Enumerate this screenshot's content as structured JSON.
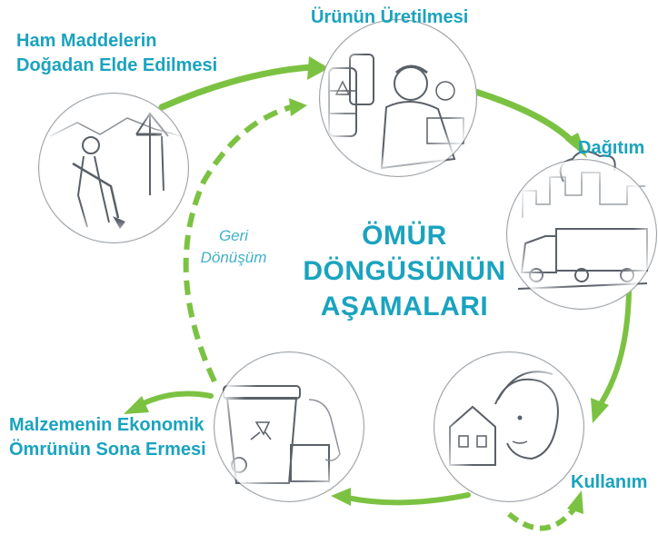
{
  "center_title": {
    "line1": "ÖMÜR",
    "line2": "DÖNGÜSÜNÜN",
    "line3": "AŞAMALARI"
  },
  "stages": {
    "raw_materials": {
      "line1": "Ham Maddelerin",
      "line2": "Doğadan Elde Edilmesi"
    },
    "production": {
      "label": "Ürünün Üretilmesi"
    },
    "distribution": {
      "label": "Dağıtım"
    },
    "use": {
      "label": "Kullanım"
    },
    "end_of_life": {
      "line1": "Malzemenin Ekonomik",
      "line2": "Ömrünün Sona Ermesi"
    }
  },
  "recycling": {
    "line1": "Geri",
    "line2": "Dönüşüm"
  },
  "colors": {
    "label_teal": "#1aa3bf",
    "arrow_green": "#7cc242",
    "sketch_gray": "#5a6068"
  }
}
